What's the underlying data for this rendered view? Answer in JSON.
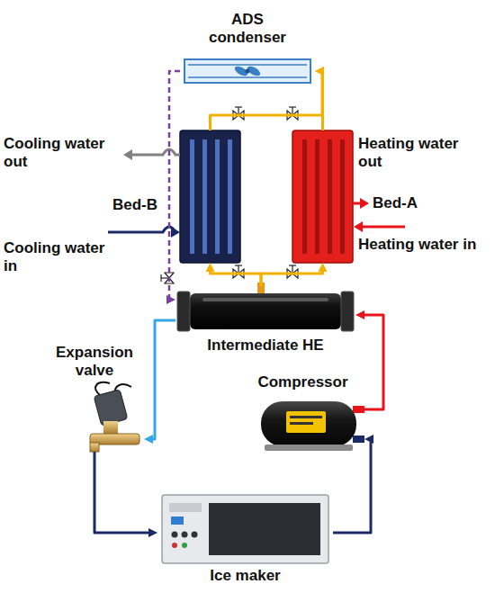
{
  "diagram": {
    "nodes": [
      {
        "text": [
          "ADS condenser"
        ]
      },
      {
        "text": [
          "Bed-B"
        ]
      },
      {
        "text": [
          "Bed-A"
        ]
      },
      {
        "text": [
          "Intermediate HE"
        ]
      },
      {
        "text": [
          "Expansion valve"
        ]
      },
      {
        "text": [
          "Compressor"
        ]
      },
      {
        "text": [
          "Ice maker"
        ]
      }
    ],
    "edges": [
      {
        "from": 1,
        "to": 0,
        "arrow": "to"
      },
      {
        "from": 2,
        "to": 0,
        "arrow": "to"
      },
      {
        "from": 3,
        "to": 1,
        "arrow": "to"
      },
      {
        "from": 3,
        "to": 2,
        "arrow": "to"
      },
      {
        "from": 0,
        "to": 3,
        "arrow": "to"
      },
      {
        "from": 3,
        "to": 4,
        "arrow": "to"
      },
      {
        "from": 4,
        "to": 6,
        "arrow": "to"
      },
      {
        "from": 6,
        "to": 5,
        "arrow": "to"
      },
      {
        "from": 5,
        "to": 3,
        "arrow": "to"
      }
    ],
    "labels": [
      "Cooling water out",
      "Heating water out",
      "Cooling water in",
      "Heating water in"
    ]
  }
}
